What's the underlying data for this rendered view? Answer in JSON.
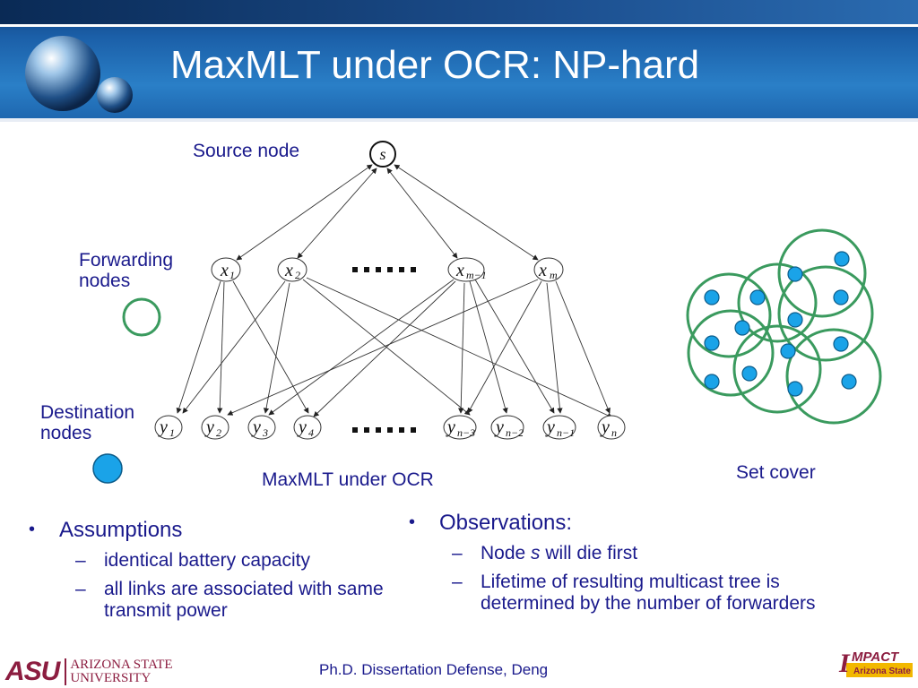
{
  "title": "MaxMLT under OCR: NP-hard",
  "labels": {
    "source": "Source node",
    "forwarding_1": "Forwarding",
    "forwarding_2": "nodes",
    "destination_1": "Destination",
    "destination_2": "nodes",
    "graph_caption": "MaxMLT under OCR",
    "setcover_caption": "Set cover"
  },
  "graph": {
    "s": "s",
    "x1": "x",
    "x1s": "1",
    "x2": "x",
    "x2s": "2",
    "xm1": "x",
    "xm1s": "m−1",
    "xm": "x",
    "xms": "m",
    "y1": "y",
    "y1s": "1",
    "y2": "y",
    "y2s": "2",
    "y3": "y",
    "y3s": "3",
    "y4": "y",
    "y4s": "4",
    "yn3": "y",
    "yn3s": "n−3",
    "yn2": "y",
    "yn2s": "n−2",
    "yn1": "y",
    "yn1s": "n−1",
    "yn": "y",
    "yns": "n"
  },
  "assumptions": {
    "bullet": "•",
    "heading": "Assumptions",
    "items": [
      "identical battery capacity",
      "all links are associated with same transmit power"
    ]
  },
  "observations": {
    "bullet": "•",
    "heading": "Observations:",
    "item1_pre": "Node ",
    "item1_em": "s",
    "item1_post": " will die first",
    "item2": "Lifetime of resulting multicast tree is determined by the number of forwarders"
  },
  "dash": "–",
  "footer": {
    "center": "Ph.D. Dissertation Defense, Deng",
    "asu_mark": "ASU",
    "asu_line1": "ARIZONA STATE",
    "asu_line2": "UNIVERSITY",
    "impact_1": "MPACT",
    "impact_2": "Arizona State"
  },
  "colors": {
    "text": "#1a1a8c",
    "circle_green": "#3a9a5e",
    "node_blue": "#1aa3e8",
    "asu_maroon": "#8c1d40",
    "impact_gold": "#f2b800"
  }
}
